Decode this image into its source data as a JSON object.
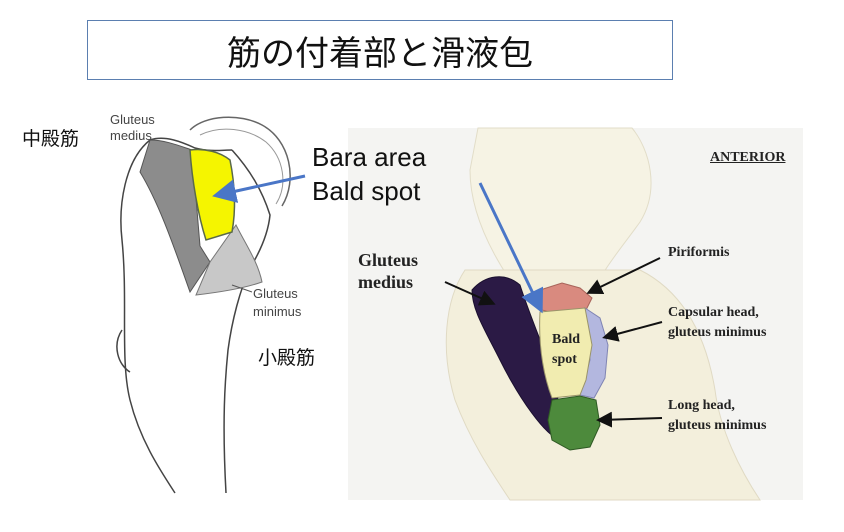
{
  "title": "筋の付着部と滑液包",
  "left": {
    "jp_gluteus_medius": "中殿筋",
    "en_gluteus_medius_1": "Gluteus",
    "en_gluteus_medius_2": "medius",
    "en_gluteus_minimus_1": "Gluteus",
    "en_gluteus_minimus_2": "minimus",
    "jp_gluteus_minimus": "小殿筋"
  },
  "callout": {
    "line1": "Bara area",
    "line2": "Bald spot",
    "arrow_color": "#4a76c7"
  },
  "right": {
    "anterior": "ANTERIOR",
    "gluteus_medius_1": "Gluteus",
    "gluteus_medius_2": "medius",
    "piriformis": "Piriformis",
    "capsular_1": "Capsular head,",
    "capsular_2": "gluteus minimus",
    "bald_1": "Bald",
    "bald_2": "spot",
    "long_1": "Long head,",
    "long_2": "gluteus minimus"
  },
  "colors": {
    "yellow_area": "#f5f500",
    "medius_gray": "#8c8c8c",
    "minimus_gray": "#c8c8c8",
    "dark_purple": "#2b1a45",
    "salmon": "#d98a7f",
    "lavender": "#b3b7df",
    "pale_yellow": "#f1ecb0",
    "green": "#4d8a3c"
  }
}
